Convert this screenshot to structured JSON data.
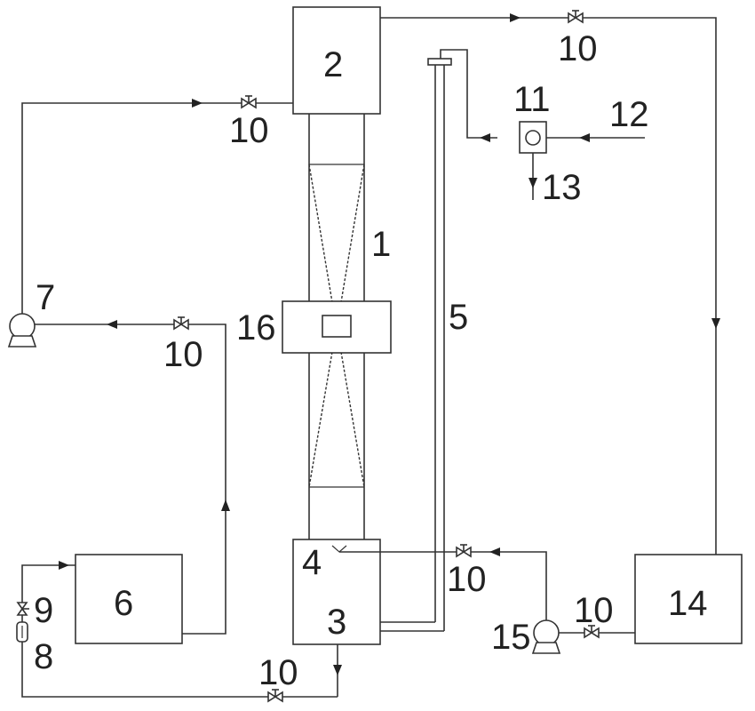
{
  "diagram": {
    "labels": {
      "column": "1",
      "top_box": "2",
      "bottom_box": "3",
      "inlet": "4",
      "tube": "5",
      "tank_left": "6",
      "pump_left": "7",
      "item_8": "8",
      "item_9": "9",
      "valve_top_right": "10",
      "valve_top_left": "10",
      "valve_mid_left": "10",
      "valve_bottom_mid": "10",
      "valve_bottom_left": "10",
      "valve_bottom_right": "10",
      "device_11": "11",
      "line_12": "12",
      "line_13": "13",
      "tank_right": "14",
      "pump_right": "15",
      "sensor_box": "16"
    }
  }
}
